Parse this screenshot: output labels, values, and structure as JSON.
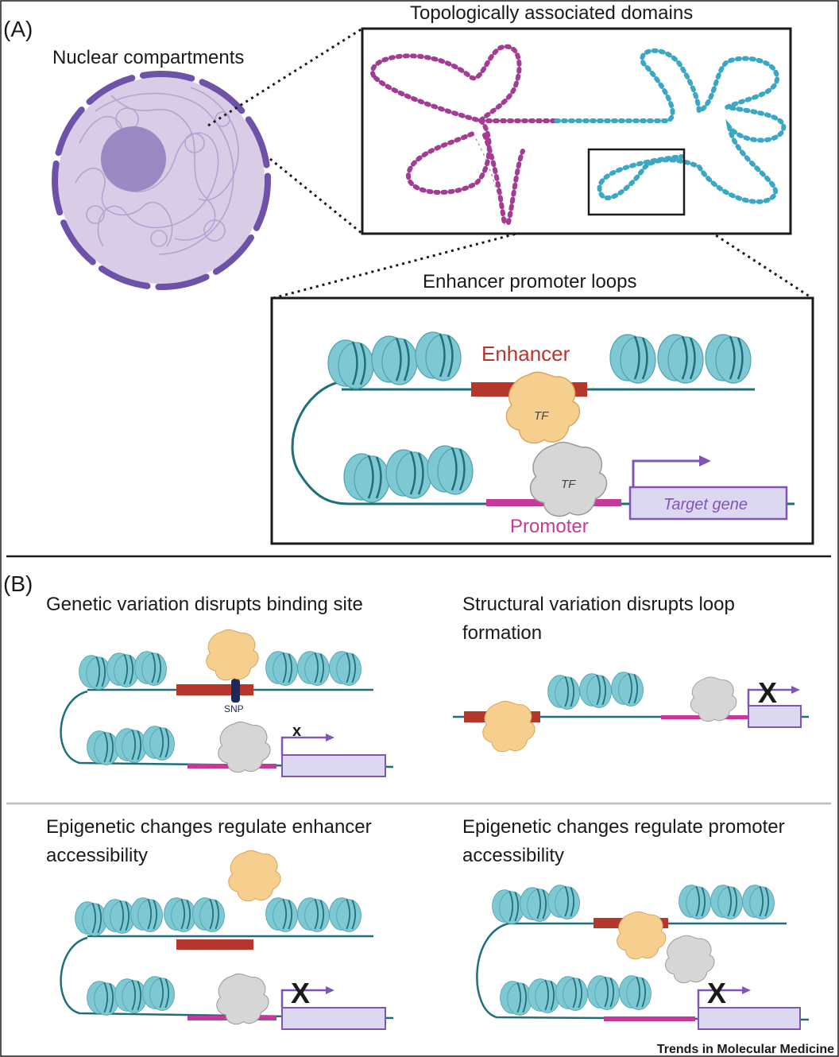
{
  "panel_a": {
    "panel_label": "(A)",
    "nuclear_title": "Nuclear compartments",
    "tad_title": "Topologically associated domains",
    "loops_title": "Enhancer promoter loops",
    "enhancer_label": "Enhancer",
    "promoter_label": "Promoter",
    "tf_label": "TF",
    "target_gene_label": "Target gene"
  },
  "panel_b": {
    "panel_label": "(B)",
    "q1_title_line1": "Genetic variation disrupts binding site",
    "q2_title_line1": "Structural variation disrupts loop",
    "q2_title_line2": "formation",
    "q3_title_line1": "Epigenetic changes regulate enhancer",
    "q3_title_line2": "accessibility",
    "q4_title_line1": "Epigenetic changes regulate promoter",
    "q4_title_line2": "accessibility",
    "snp_label": "SNP",
    "blocked_mark_small": "x",
    "blocked_mark": "X"
  },
  "credit": "Trends in Molecular Medicine",
  "colors": {
    "nucleosome": "#7ec8d3",
    "dna": "#1f6f7a",
    "enhancer": "#b5372c",
    "promoter": "#c5399a",
    "gene_fill": "#ddd8f2",
    "gene_stroke": "#8055b5",
    "tf_enhancer": "#f6cf8e",
    "tf_promoter": "#d6d6d6",
    "nucleus": "#d8cce6",
    "nuclear_envelope": "#6e52a8",
    "nucleolus": "#9a88c2",
    "tad_magenta": "#a23d93",
    "tad_cyan": "#3aa7c5"
  }
}
